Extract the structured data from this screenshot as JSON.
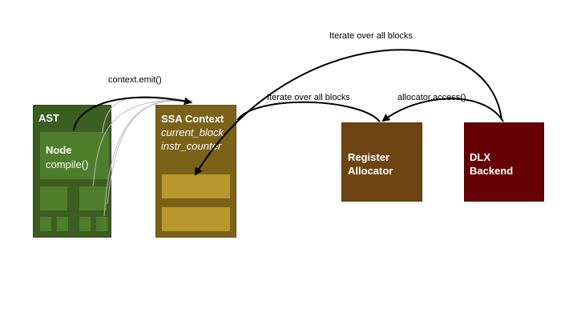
{
  "ast": {
    "title": "AST",
    "node_title": "Node",
    "node_method": "compile()"
  },
  "ssa": {
    "title": "SSA Context",
    "field_1": "current_block",
    "field_2": "instr_counter"
  },
  "register": {
    "line1": "Register",
    "line2": "Allocator"
  },
  "dlx": {
    "line1": "DLX",
    "line2": "Backend"
  },
  "labels": {
    "emit": "context.emit()",
    "iterate_top": "Iterate over all blocks",
    "iterate_mid": "Iterate over all blocks",
    "access": "allocator.access()"
  },
  "colors": {
    "ast": "#3d5d21",
    "ast_node": "#4e7e2b",
    "ssa": "#7b6218",
    "ssa_slot": "#b8972d",
    "register": "#6e4412",
    "dlx": "#660205"
  }
}
